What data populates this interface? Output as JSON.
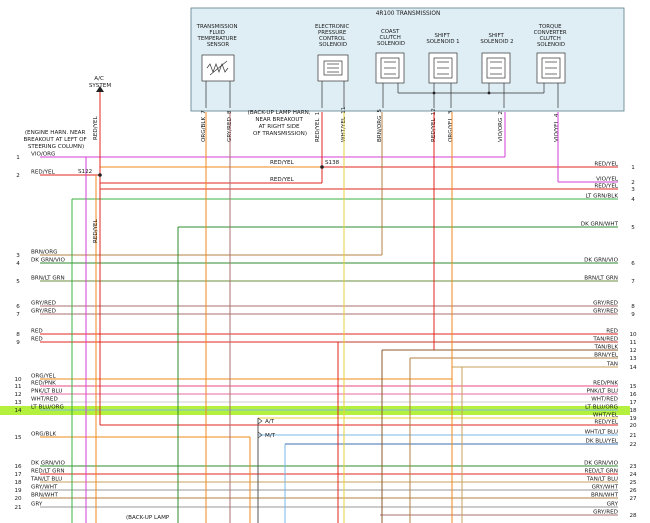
{
  "title": "4R100 TRANSMISSION",
  "components": [
    {
      "id": "tft",
      "lines": [
        "TRANSMISSION",
        "FLUID",
        "TEMPERATURE",
        "SENSOR"
      ]
    },
    {
      "id": "epc",
      "lines": [
        "ELECTRONIC",
        "PRESSURE",
        "CONTROL",
        "SOLENOID"
      ]
    },
    {
      "id": "ccs",
      "lines": [
        "COAST",
        "CLUTCH",
        "SOLENOID"
      ]
    },
    {
      "id": "ss1",
      "lines": [
        "SHIFT",
        "SOLENOID 1"
      ]
    },
    {
      "id": "ss2",
      "lines": [
        "SHIFT",
        "SOLENOID 2"
      ]
    },
    {
      "id": "tcc",
      "lines": [
        "TORQUE",
        "CONVERTER",
        "CLUTCH",
        "SOLENOID"
      ]
    }
  ],
  "pin_labels": [
    {
      "text": "ORG/BLK",
      "pin": "7"
    },
    {
      "text": "GRY/RED",
      "pin": "8"
    },
    {
      "text": "RED/YEL",
      "pin": "1"
    },
    {
      "text": "WHT/YEL",
      "pin": "11"
    },
    {
      "text": "BRN/ORG",
      "pin": "5"
    },
    {
      "text": "RED/YEL",
      "pin": "12"
    },
    {
      "text": "ORG/YEL",
      "pin": "3"
    },
    {
      "text": "VIO/ORG",
      "pin": "2"
    },
    {
      "text": "VIO/YEL",
      "pin": "4"
    }
  ],
  "ac_system": [
    "A/C",
    "SYSTEM"
  ],
  "engine_harness_note": [
    "(ENGINE HARN. NEAR",
    "BREAKOUT AT LEFT OF",
    "STEERING COLUMN)"
  ],
  "backup_harness_note": [
    "(BACK-UP LAMP HARN,",
    "NEAR BREAKOUT",
    "AT RIGHT SIDE",
    "OF TRANSMISSION)"
  ],
  "splices": {
    "s122": "S122",
    "s138": "S138"
  },
  "vertical_labels": {
    "red_yel_ac": "RED/YEL",
    "red_yel_mid": "RED/YEL"
  },
  "at_label": "A/T",
  "mt_label": "M/T",
  "backup_lamp_bottom": "(BACK-UP LAMP",
  "left_rows": [
    {
      "num": "1",
      "text": "VIO/ORG"
    },
    {
      "num": "2",
      "text": "RED/YEL"
    },
    {
      "num": "3",
      "text": "BRN/ORG"
    },
    {
      "num": "4",
      "text": "DK GRN/VIO"
    },
    {
      "num": "5",
      "text": "BRN/LT GRN"
    },
    {
      "num": "6",
      "text": "GRY/RED"
    },
    {
      "num": "7",
      "text": "GRY/RED"
    },
    {
      "num": "8",
      "text": "RED"
    },
    {
      "num": "9",
      "text": "RED"
    },
    {
      "num": "10",
      "text": "ORG/YEL"
    },
    {
      "num": "11",
      "text": "RED/PNK"
    },
    {
      "num": "12",
      "text": "PNK/LT BLU"
    },
    {
      "num": "13",
      "text": "WHT/RED"
    },
    {
      "num": "14",
      "text": "LT BLU/ORG"
    },
    {
      "num": "15",
      "text": "ORG/BLK"
    },
    {
      "num": "16",
      "text": "DK GRN/VIO"
    },
    {
      "num": "17",
      "text": "RED/LT GRN"
    },
    {
      "num": "18",
      "text": "TAN/LT BLU"
    },
    {
      "num": "19",
      "text": "GRY/WHT"
    },
    {
      "num": "20",
      "text": "BRN/WHT"
    },
    {
      "num": "21",
      "text": "GRY"
    }
  ],
  "right_rows": [
    {
      "num": "1",
      "text": "RED/YEL"
    },
    {
      "num": "2",
      "text": "VIO/YEL"
    },
    {
      "num": "3",
      "text": "RED/YEL"
    },
    {
      "num": "4",
      "text": "LT GRN/BLK"
    },
    {
      "num": "5",
      "text": "DK GRN/WHT"
    },
    {
      "num": "6",
      "text": "DK GRN/VIO"
    },
    {
      "num": "7",
      "text": "BRN/LT GRN"
    },
    {
      "num": "8",
      "text": "GRY/RED"
    },
    {
      "num": "9",
      "text": "GRY/RED"
    },
    {
      "num": "10",
      "text": "RED"
    },
    {
      "num": "11",
      "text": "TAN/RED"
    },
    {
      "num": "12",
      "text": "TAN/BLK"
    },
    {
      "num": "13",
      "text": "BRN/YEL"
    },
    {
      "num": "14",
      "text": "TAN"
    },
    {
      "num": "15",
      "text": "RED/PNK"
    },
    {
      "num": "16",
      "text": "PNK/LT BLU"
    },
    {
      "num": "17",
      "text": "WHT/RED"
    },
    {
      "num": "18",
      "text": "LT BLU/ORG"
    },
    {
      "num": "19",
      "text": "WHT/YEL"
    },
    {
      "num": "20",
      "text": "RED/YEL"
    },
    {
      "num": "21",
      "text": "WHT/LT BLU"
    },
    {
      "num": "22",
      "text": "DK BLU/YEL"
    },
    {
      "num": "23",
      "text": "DK GRN/VIO"
    },
    {
      "num": "24",
      "text": "RED/LT GRN"
    },
    {
      "num": "25",
      "text": "TAN/LT BLU"
    },
    {
      "num": "26",
      "text": "GRY/WHT"
    },
    {
      "num": "27",
      "text": "BRN/WHT"
    },
    {
      "num": "",
      "text": "GRY"
    },
    {
      "num": "28",
      "text": "GRY/RED"
    }
  ],
  "colors": {
    "box_fill": "#dfeef4",
    "box_stroke": "#5a7d8a",
    "vio": "#d63fd6",
    "red": "#e0241b",
    "orange": "#f08a1e",
    "green": "#3cb043",
    "dk_green": "#2e8b2e",
    "brown": "#b08040",
    "gray": "#9a9a9a",
    "pink": "#e46aa0",
    "lt_blue": "#7ab8e8",
    "highlight": "#a6ee1c",
    "black": "#222222",
    "yellow": "#e8d23a",
    "white_wire": "#cfcfcf"
  }
}
